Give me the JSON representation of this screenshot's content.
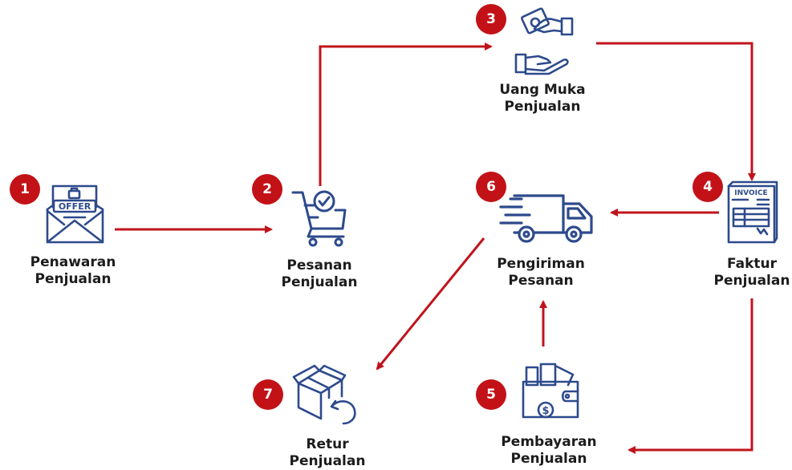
{
  "steps": [
    {
      "number": "1",
      "line1": "Penawaran",
      "line2": "Penjualan",
      "icon": "offer-envelope-icon"
    },
    {
      "number": "2",
      "line1": "Pesanan",
      "line2": "Penjualan",
      "icon": "cart-check-icon"
    },
    {
      "number": "3",
      "line1": "Uang Muka",
      "line2": "Penjualan",
      "icon": "money-handover-icon"
    },
    {
      "number": "4",
      "line1": "Faktur",
      "line2": "Penjualan",
      "icon": "invoice-icon"
    },
    {
      "number": "5",
      "line1": "Pembayaran",
      "line2": "Penjualan",
      "icon": "wallet-icon"
    },
    {
      "number": "6",
      "line1": "Pengiriman",
      "line2": "Pesanan",
      "icon": "delivery-truck-icon"
    },
    {
      "number": "7",
      "line1": "Retur",
      "line2": "Penjualan",
      "icon": "return-box-icon"
    }
  ],
  "icon_texts": {
    "offer": "OFFER",
    "invoice": "INVOICE"
  },
  "colors": {
    "arrow": "#c0141c",
    "badge": "#c21218",
    "icon": "#2d4a8c",
    "text": "#1c1c1c"
  }
}
